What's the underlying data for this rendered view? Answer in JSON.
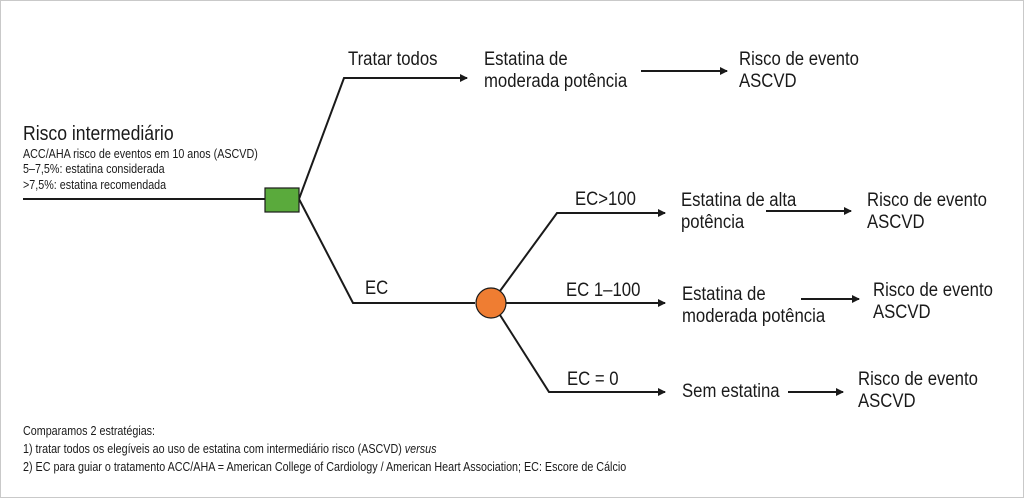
{
  "colors": {
    "decision_node": "#5aaa3c",
    "chance_node": "#ef7d32",
    "line": "#1a1a1a"
  },
  "root": {
    "title": "Risco intermediário",
    "lines": [
      "ACC/AHA risco de eventos em 10 anos (ASCVD)",
      "5–7,5%: estatina considerada",
      ">7,5%: estatina recomendada"
    ]
  },
  "branches": {
    "treat_all": {
      "label": "Tratar todos",
      "treatment": [
        "Estatina de",
        "moderada potência"
      ],
      "outcome": [
        "Risco de evento",
        "ASCVD"
      ]
    },
    "ec": {
      "label": "EC",
      "sub": [
        {
          "label": "EC>100",
          "treatment": [
            "Estatina de alta",
            "potência"
          ],
          "outcome": [
            "Risco de evento",
            "ASCVD"
          ]
        },
        {
          "label": "EC 1–100",
          "treatment": [
            "Estatina de",
            "moderada potência"
          ],
          "outcome": [
            "Risco de evento",
            "ASCVD"
          ]
        },
        {
          "label": "EC = 0",
          "treatment": [
            "Sem estatina"
          ],
          "outcome": [
            "Risco de evento",
            "ASCVD"
          ]
        }
      ]
    }
  },
  "footnote": {
    "line1": "Comparamos 2 estratégias:",
    "line2_prefix": "1) tratar todos os elegíveis ao uso de estatina com intermediário risco (ASCVD) ",
    "line2_italic": "versus",
    "line3": "2) EC para guiar o tratamento ACC/AHA = American College of Cardiology / American Heart Association; EC: Escore de Cálcio"
  }
}
